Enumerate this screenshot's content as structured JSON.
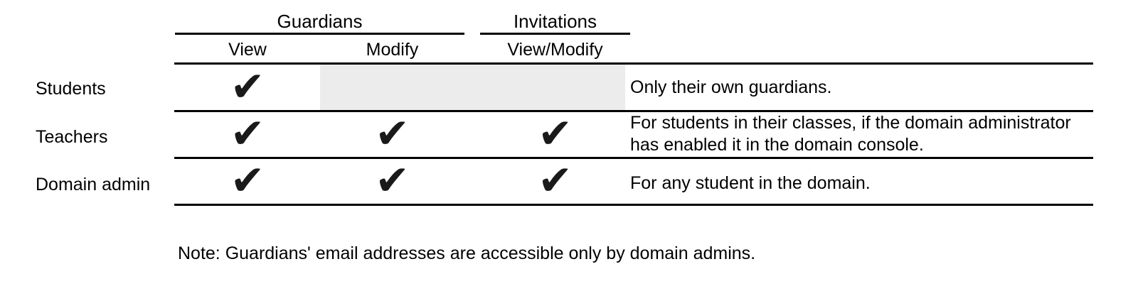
{
  "table": {
    "group_headers": [
      {
        "label": "Guardians"
      },
      {
        "label": "Invitations"
      }
    ],
    "column_headers": [
      "View",
      "Modify",
      "View/Modify"
    ],
    "rows": [
      {
        "label": "Students",
        "checks": [
          "✔",
          "",
          ""
        ],
        "note": "Only their own guardians."
      },
      {
        "label": "Teachers",
        "checks": [
          "✔",
          "✔",
          "✔"
        ],
        "note": "For students in their classes, if the domain administrator has enabled it in the domain console."
      },
      {
        "label": "Domain admin",
        "checks": [
          "✔",
          "✔",
          "✔"
        ],
        "note": "For any student in the domain."
      }
    ]
  },
  "footnote": "Note: Guardians' email addresses are accessible only by domain admins.",
  "icons": {
    "checkmark_glyph": "✔"
  },
  "colors": {
    "text": "#000000",
    "line": "#000000",
    "disabled_cell_bg": "#ececec",
    "page_bg": "#ffffff",
    "check": "#1a1a1a"
  }
}
